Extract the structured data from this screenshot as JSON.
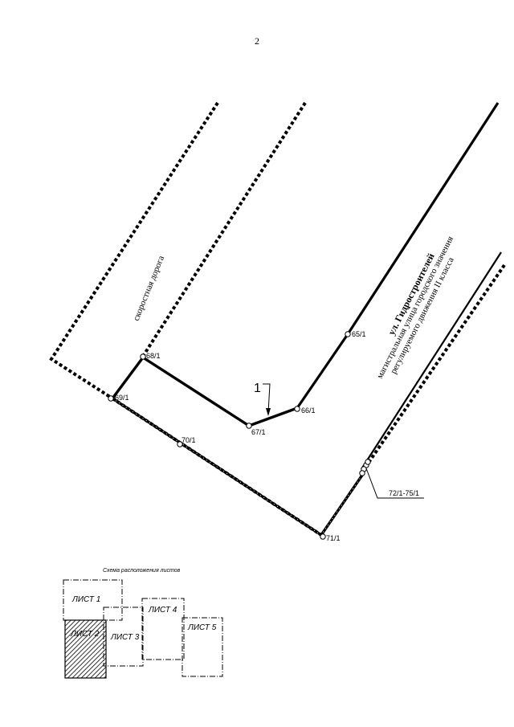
{
  "page_number": "2",
  "roads": {
    "highway": "скоростная дорога",
    "street_name": "ул. Гидростроителей",
    "street_desc_line1": "магистральная улица городского значения",
    "street_desc_line2": "регулируемого движения II класса"
  },
  "points": {
    "p65": "65/1",
    "p66": "66/1",
    "p67": "67/1",
    "p68": "68/1",
    "p69": "69/1",
    "p70": "70/1",
    "p71": "71/1",
    "p72_75": "72/1-75/1"
  },
  "callout_label": "1",
  "sheet_scheme": {
    "title": "Схема расположения листов",
    "sheets": [
      "ЛИСТ 1",
      "ЛИСТ 2",
      "ЛИСТ 3",
      "ЛИСТ 4",
      "ЛИСТ 5"
    ]
  }
}
